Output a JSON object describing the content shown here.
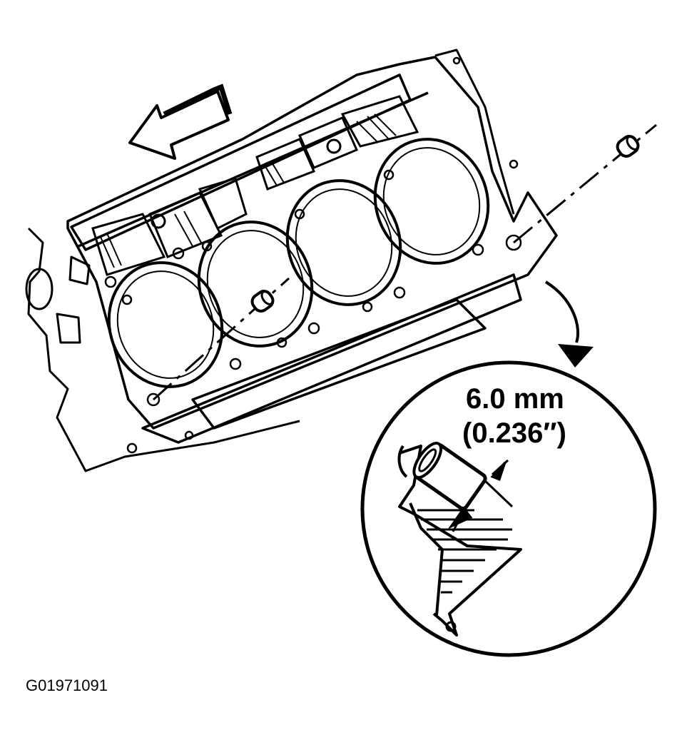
{
  "callout": {
    "dimension_metric": "6.0 mm",
    "dimension_imperial": "(0.236″)"
  },
  "figure_id": "G01971091",
  "colors": {
    "ink": "#000000",
    "paper": "#ffffff"
  }
}
